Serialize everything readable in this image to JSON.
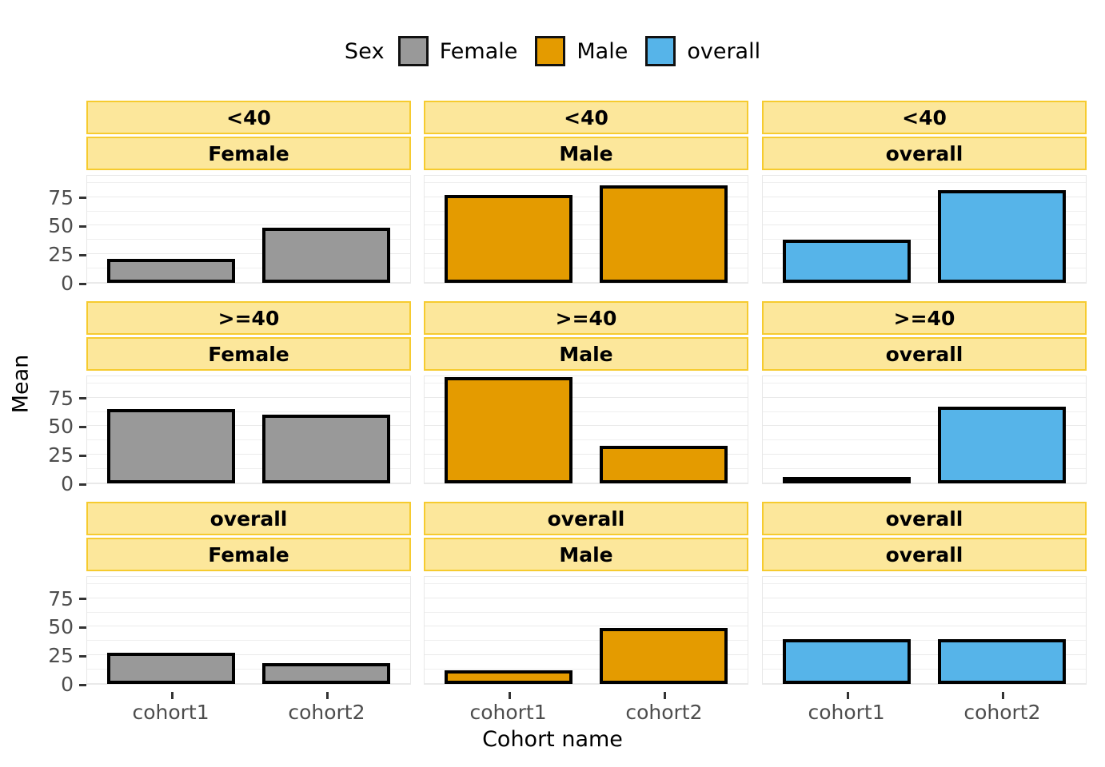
{
  "legend": {
    "title": "Sex",
    "entries": [
      {
        "label": "Female",
        "color": "#999999"
      },
      {
        "label": "Male",
        "color": "#E49B00"
      },
      {
        "label": "overall",
        "color": "#56B4E9"
      }
    ]
  },
  "axes": {
    "ylabel": "Mean",
    "xlabel": "Cohort name",
    "yticks": [
      "0",
      "25",
      "50",
      "75"
    ],
    "xticks": [
      "cohort1",
      "cohort2"
    ]
  },
  "chart_data": {
    "type": "bar",
    "title": "",
    "xlabel": "Cohort name",
    "ylabel": "Mean",
    "categories": [
      "cohort1",
      "cohort2"
    ],
    "ylim": [
      0,
      95
    ],
    "grid": true,
    "legend_position": "top",
    "legend_title": "Sex",
    "facet_rows": [
      "<40",
      ">=40",
      "overall"
    ],
    "facet_cols": [
      "Female",
      "Male",
      "overall"
    ],
    "colors": {
      "Female": "#999999",
      "Male": "#E49B00",
      "overall": "#56B4E9"
    },
    "panels": [
      {
        "row": "<40",
        "col": "Female",
        "color": "#999999",
        "values": [
          21,
          48
        ]
      },
      {
        "row": "<40",
        "col": "Male",
        "color": "#E49B00",
        "values": [
          77,
          85
        ]
      },
      {
        "row": "<40",
        "col": "overall",
        "color": "#56B4E9",
        "values": [
          38,
          81
        ]
      },
      {
        "row": ">=40",
        "col": "Female",
        "color": "#999999",
        "values": [
          65,
          60
        ]
      },
      {
        "row": ">=40",
        "col": "Male",
        "color": "#E49B00",
        "values": [
          93,
          33
        ]
      },
      {
        "row": ">=40",
        "col": "overall",
        "color": "#56B4E9",
        "values": [
          0,
          67
        ]
      },
      {
        "row": "overall",
        "col": "Female",
        "color": "#999999",
        "values": [
          27,
          18
        ]
      },
      {
        "row": "overall",
        "col": "Male",
        "color": "#E49B00",
        "values": [
          12,
          49
        ]
      },
      {
        "row": "overall",
        "col": "overall",
        "color": "#56B4E9",
        "values": [
          39,
          39
        ]
      }
    ]
  },
  "style": {
    "strip_fill": "#FCE79B",
    "strip_border": "#F6CB2F",
    "bar_outline": "#000000",
    "panel_bg": "#FFFFFF"
  }
}
